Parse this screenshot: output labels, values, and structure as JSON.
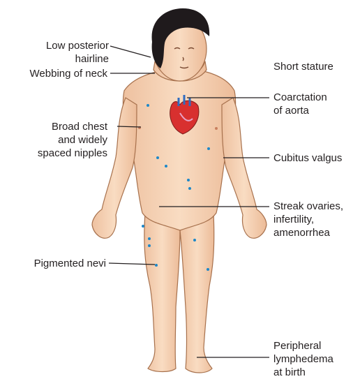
{
  "labels": {
    "low_posterior_hairline": [
      "Low posterior",
      "hairline"
    ],
    "webbing_of_neck": "Webbing of neck",
    "broad_chest": [
      "Broad chest",
      "and widely",
      "spaced nipples"
    ],
    "pigmented_nevi": "Pigmented nevi",
    "short_stature": "Short stature",
    "coarctation": [
      "Coarctation",
      "of aorta"
    ],
    "cubitus_valgus": "Cubitus valgus",
    "streak_ovaries": [
      "Streak ovaries,",
      "infertility,",
      "amenorrhea"
    ],
    "peripheral_lymphedema": [
      "Peripheral",
      "lymphedema",
      "at birth"
    ]
  },
  "colors": {
    "skin": "#f6d2b2",
    "skin_shadow": "#e6b48f",
    "outline": "#8a5a3c",
    "hair": "#1f1a1c",
    "nevus": "#1e88c8",
    "heart_red": "#d8302f",
    "heart_blue": "#2f6cc0",
    "leader_line": "#231f20"
  },
  "icons": {
    "figure": "child-figure-illustration",
    "heart": "heart-illustration"
  }
}
